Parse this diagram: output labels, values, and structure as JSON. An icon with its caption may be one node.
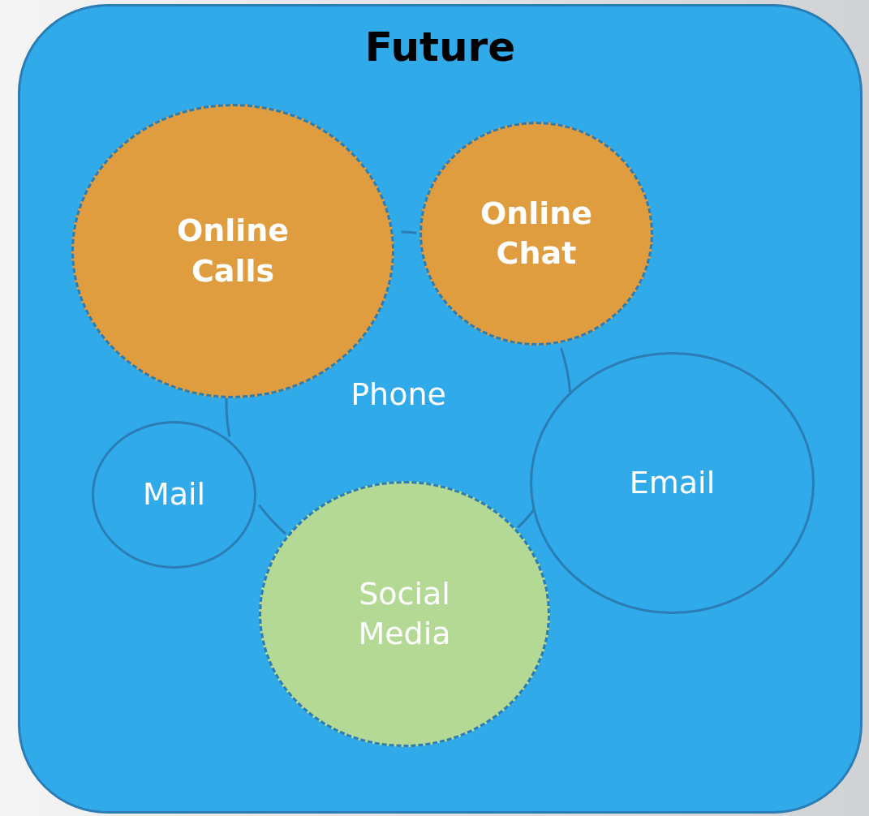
{
  "diagram": {
    "nodes": [
      {
        "text": [
          "Future"
        ]
      },
      {
        "text": [
          "Phone"
        ],
        "in": 0
      },
      {
        "text": [
          "Online Calls"
        ],
        "in": 0
      },
      {
        "text": [
          "Online Chat"
        ],
        "in": 0
      },
      {
        "text": [
          "Mail"
        ],
        "in": 0
      },
      {
        "text": [
          "Email"
        ],
        "in": 0
      },
      {
        "text": [
          "Social Media"
        ],
        "in": 0
      }
    ]
  }
}
